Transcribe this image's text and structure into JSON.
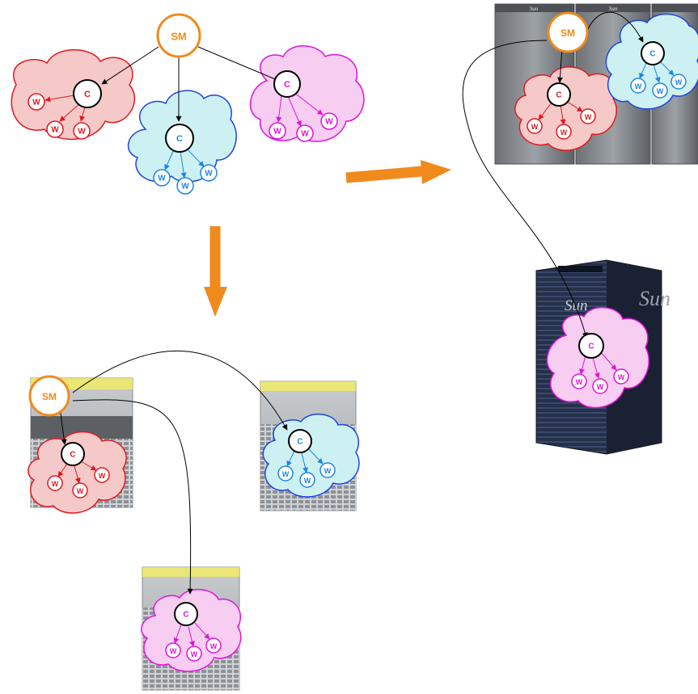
{
  "labels": {
    "session_manager": "SM",
    "controller": "C",
    "worker": "W"
  },
  "sun_logo": "Sun",
  "colors": {
    "sm": "#f08a1c",
    "red": "#e0191f",
    "red_fill": "#f6c9c9",
    "blue": "#1f86e0",
    "blue_fill": "#cdf1f3",
    "magenta": "#e014d8",
    "magenta_fill": "#f7cdf2",
    "flow_arrow": "#f08a1c"
  }
}
